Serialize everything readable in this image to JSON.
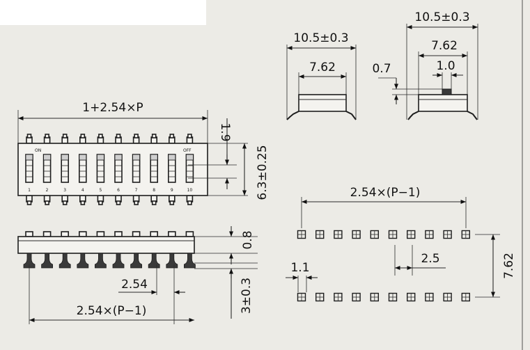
{
  "labels": {
    "top_width": "10.5±0.3",
    "top_inner": "7.62",
    "right_width": "10.5±0.3",
    "right_inner": "7.62",
    "right_pin": "1.0",
    "right_gap": "0.7",
    "body_length": "1+2.54×P",
    "lead_height": "1.9",
    "body_height": "6.3±0.25",
    "side_pitch": "2.54",
    "side_span": "2.54×(P−1)",
    "side_top": "0.8",
    "side_lead": "3±0.3",
    "pad_span": "2.54×(P−1)",
    "pad_pitch": "2.5",
    "pad_width": "1.1",
    "pad_row": "7.62"
  },
  "switch": {
    "on_label": "ON",
    "off_label": "OFF",
    "numbers": [
      "1",
      "2",
      "3",
      "4",
      "5",
      "6",
      "7",
      "8",
      "9",
      "10"
    ]
  }
}
